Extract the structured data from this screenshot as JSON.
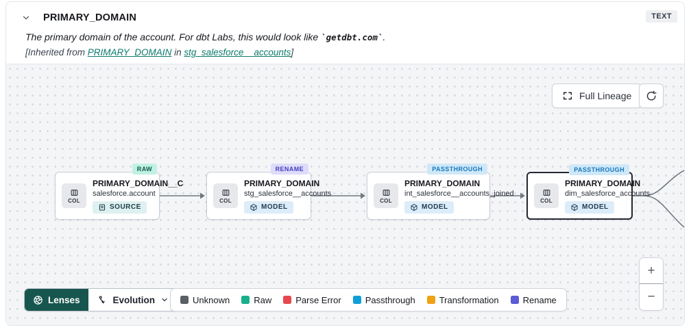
{
  "header": {
    "title": "PRIMARY_DOMAIN",
    "type_badge": "TEXT",
    "description_prefix": "The primary domain of the account. For dbt Labs, this would look like ",
    "description_code": "`getdbt.com`",
    "description_suffix": ".",
    "inherited_prefix": "[Inherited from ",
    "inherited_link_column": "PRIMARY_DOMAIN",
    "inherited_middle": " in ",
    "inherited_link_model": "stg_salesforce__accounts",
    "inherited_suffix": "]",
    "link_color": "#0b7a6c"
  },
  "canvas": {
    "full_lineage_label": "Full Lineage",
    "col_chip_label": "COL",
    "edge_color": "#71787f",
    "nodes": [
      {
        "title": "PRIMARY_DOMAIN__C",
        "subtitle": "salesforce.account",
        "resource_type": "SOURCE",
        "badge": "RAW",
        "badge_bg": "#c0f1e2",
        "badge_fg": "#115a4d",
        "type_bg": "#def0f0",
        "type_fg": "#1d3d47",
        "selected": false
      },
      {
        "title": "PRIMARY_DOMAIN",
        "subtitle": "stg_salesforce__accounts",
        "resource_type": "MODEL",
        "badge": "RENAME",
        "badge_bg": "#dedcfa",
        "badge_fg": "#4540bf",
        "type_bg": "#dcecf9",
        "type_fg": "#203d52",
        "selected": false
      },
      {
        "title": "PRIMARY_DOMAIN",
        "subtitle": "int_salesforce__accounts_joined",
        "resource_type": "MODEL",
        "badge": "PASSTHROUGH",
        "badge_bg": "#cfe8f9",
        "badge_fg": "#1878ba",
        "type_bg": "#dcecf9",
        "type_fg": "#203d52",
        "selected": false
      },
      {
        "title": "PRIMARY_DOMAIN",
        "subtitle": "dim_salesforce_accounts",
        "resource_type": "MODEL",
        "badge": "PASSTHROUGH",
        "badge_bg": "#cfe8f9",
        "badge_fg": "#1878ba",
        "type_bg": "#dcecf9",
        "type_fg": "#203d52",
        "selected": true
      }
    ]
  },
  "toolbar": {
    "lenses_label": "Lenses",
    "lenses_bg": "#17564e",
    "lens_selected": "Evolution"
  },
  "legend": {
    "items": [
      {
        "label": "Unknown",
        "color": "#5a5f66"
      },
      {
        "label": "Raw",
        "color": "#18b08b"
      },
      {
        "label": "Parse Error",
        "color": "#e5484d"
      },
      {
        "label": "Passthrough",
        "color": "#0f9fd8"
      },
      {
        "label": "Transformation",
        "color": "#f0a114"
      },
      {
        "label": "Rename",
        "color": "#5b5bd6"
      }
    ]
  },
  "zoom_controls": {
    "zoom_in": "+",
    "zoom_out": "−"
  }
}
